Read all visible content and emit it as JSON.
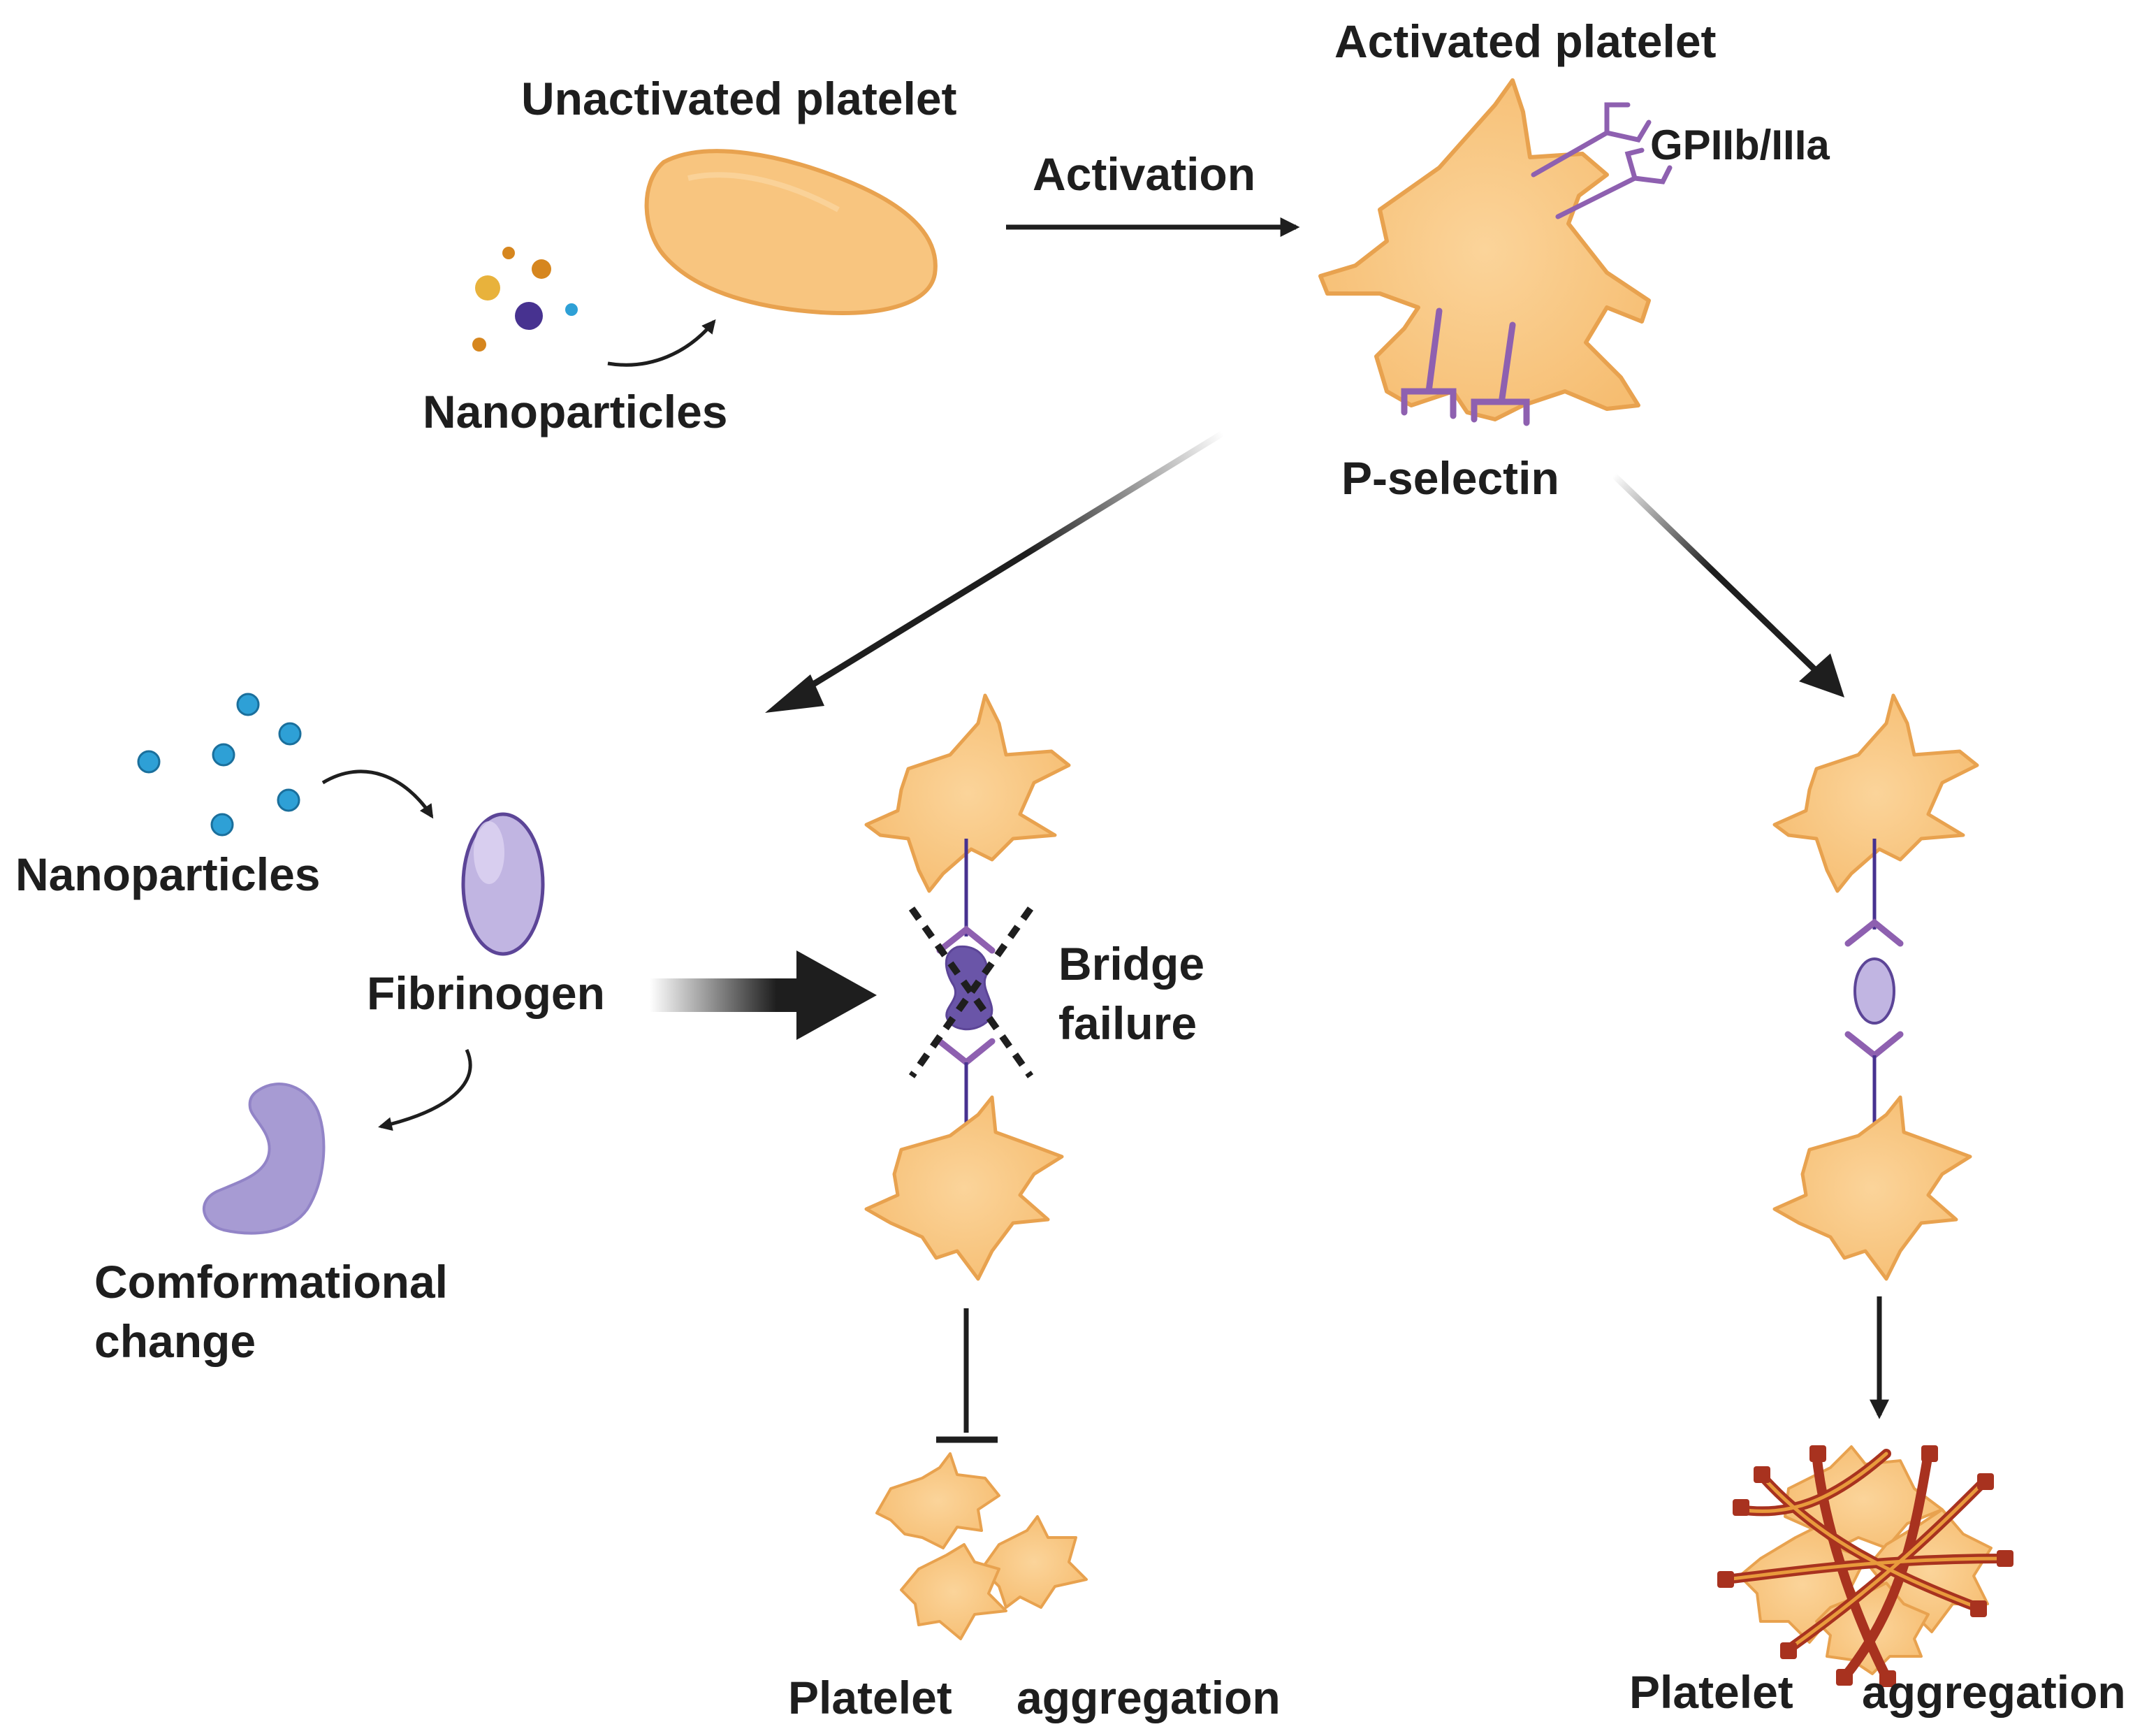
{
  "labels": {
    "unactivated": "Unactivated platelet",
    "activated": "Activated platelet",
    "activation": "Activation",
    "gp": "GPIIb/IIIa",
    "pselectin": "P-selectin",
    "nano_top": "Nanoparticles",
    "nano_left": "Nanoparticles",
    "fibrinogen": "Fibrinogen",
    "bridge_line1": "Bridge",
    "bridge_line2": "failure",
    "conf_line1": "Comformational",
    "conf_line2": "change",
    "agg_mid_word1": "Platelet",
    "agg_mid_word2": "aggregation",
    "agg_right_word1": "Platelet",
    "agg_right_word2": "aggregation"
  },
  "colors": {
    "platelet_fill": "#f9c882",
    "platelet_stroke": "#e8a24f",
    "receptor": "#8e60b0",
    "fibrinogen_fill": "#c1b5e2",
    "fibrinogen_stroke": "#5c4597",
    "nanoparticle_blue": "#2ea0d6",
    "nanoparticle_purple": "#473290",
    "nanoparticle_gold": "#e8b23c",
    "nanoparticle_orange": "#d6861e",
    "fibrin_red": "#a8321f",
    "text": "#1e1e1e"
  }
}
